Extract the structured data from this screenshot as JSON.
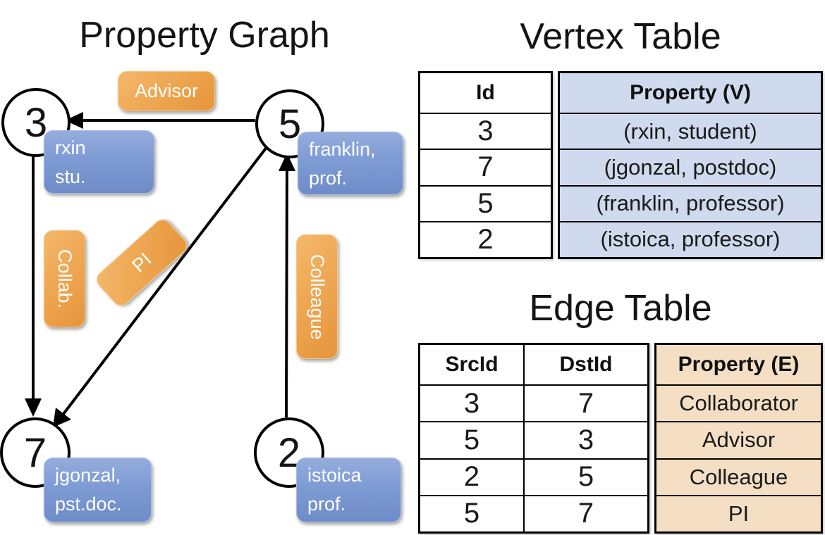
{
  "graph": {
    "title": "Property Graph",
    "nodes": [
      {
        "id": "3",
        "label_line1": "rxin",
        "label_line2": "stu."
      },
      {
        "id": "5",
        "label_line1": "franklin,",
        "label_line2": "prof."
      },
      {
        "id": "7",
        "label_line1": "jgonzal,",
        "label_line2": "pst.doc."
      },
      {
        "id": "2",
        "label_line1": "istoica",
        "label_line2": "prof."
      }
    ],
    "edges": [
      {
        "src": "5",
        "dst": "3",
        "label": "Advisor"
      },
      {
        "src": "3",
        "dst": "7",
        "label": "Collab."
      },
      {
        "src": "5",
        "dst": "7",
        "label": "PI"
      },
      {
        "src": "2",
        "dst": "5",
        "label": "Colleague"
      }
    ],
    "edge_labels": {
      "advisor": "Advisor",
      "collab": "Collab.",
      "pi": "PI",
      "colleague": "Colleague"
    }
  },
  "vertex_table": {
    "title": "Vertex Table",
    "columns": [
      "Id",
      "Property (V)"
    ],
    "rows": [
      [
        "3",
        "(rxin, student)"
      ],
      [
        "7",
        "(jgonzal, postdoc)"
      ],
      [
        "5",
        "(franklin, professor)"
      ],
      [
        "2",
        "(istoica, professor)"
      ]
    ]
  },
  "edge_table": {
    "title": "Edge Table",
    "columns": [
      "SrcId",
      "DstId",
      "Property (E)"
    ],
    "rows": [
      [
        "3",
        "7",
        "Collaborator"
      ],
      [
        "5",
        "3",
        "Advisor"
      ],
      [
        "2",
        "5",
        "Colleague"
      ],
      [
        "5",
        "7",
        "PI"
      ]
    ]
  },
  "colors": {
    "edge_label_orange": "#eda44e",
    "vertex_label_blue": "#7e9bd4",
    "vertex_property_fill": "#cfdaee",
    "edge_property_fill": "#f5dfc4",
    "line_black": "#000000"
  }
}
